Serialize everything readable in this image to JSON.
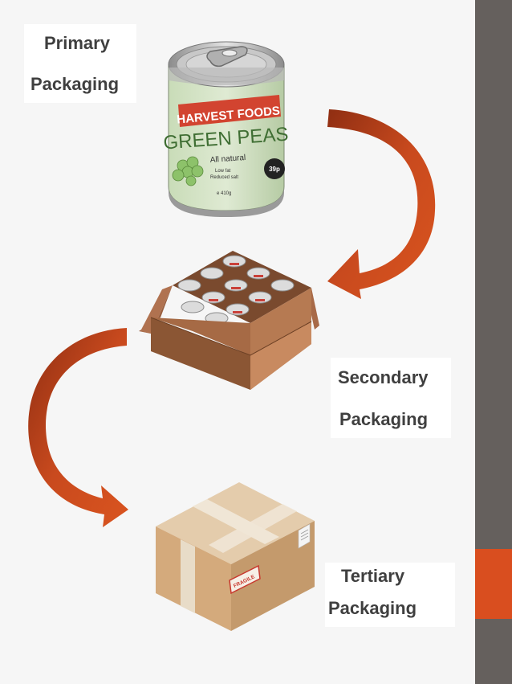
{
  "labels": {
    "primary_line1": "Primary",
    "primary_line2": "Packaging",
    "secondary_line1": "Secondary",
    "secondary_line2": "Packaging",
    "tertiary_line1": "Tertiary",
    "tertiary_line2": "Packaging"
  },
  "can": {
    "brand": "HARVEST FOODS",
    "product": "GREEN PEAS",
    "tagline": "All natural",
    "note1": "Low fat",
    "note2": "Reduced salt",
    "weight": "e 410g",
    "price": "39p"
  },
  "box": {
    "fragile": "FRAGILE"
  },
  "colors": {
    "sidebar": "#65605d",
    "accent": "#d94e1f",
    "arrow": "#c4451c",
    "label_text": "#3f3f3f"
  }
}
